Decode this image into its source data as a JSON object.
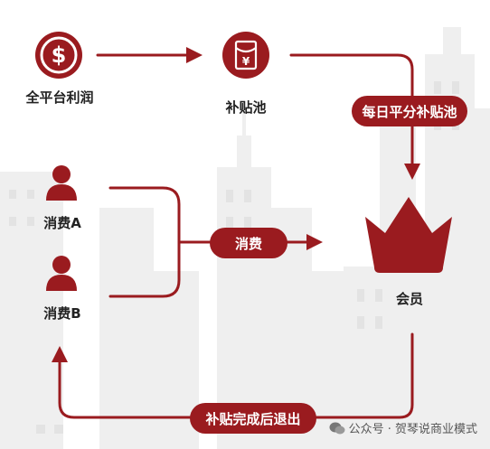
{
  "colors": {
    "accent": "#9a1b1f",
    "bg_city": "#ececec"
  },
  "nodes": {
    "profit": {
      "label": "全平台利润",
      "icon": "dollar-icon"
    },
    "pool": {
      "label": "补贴池",
      "icon": "red-envelope-icon"
    },
    "consumer_a": {
      "label": "消费A",
      "icon": "person-icon"
    },
    "consumer_b": {
      "label": "消费B",
      "icon": "person-icon"
    },
    "member": {
      "label": "会员",
      "icon": "crown-icon"
    }
  },
  "edges": {
    "daily_split": "每日平分补贴池",
    "consume": "消费",
    "exit": "补贴完成后退出"
  },
  "watermark": {
    "text": "公众号 · 贺琴说商业模式",
    "icon": "wechat-icon"
  }
}
